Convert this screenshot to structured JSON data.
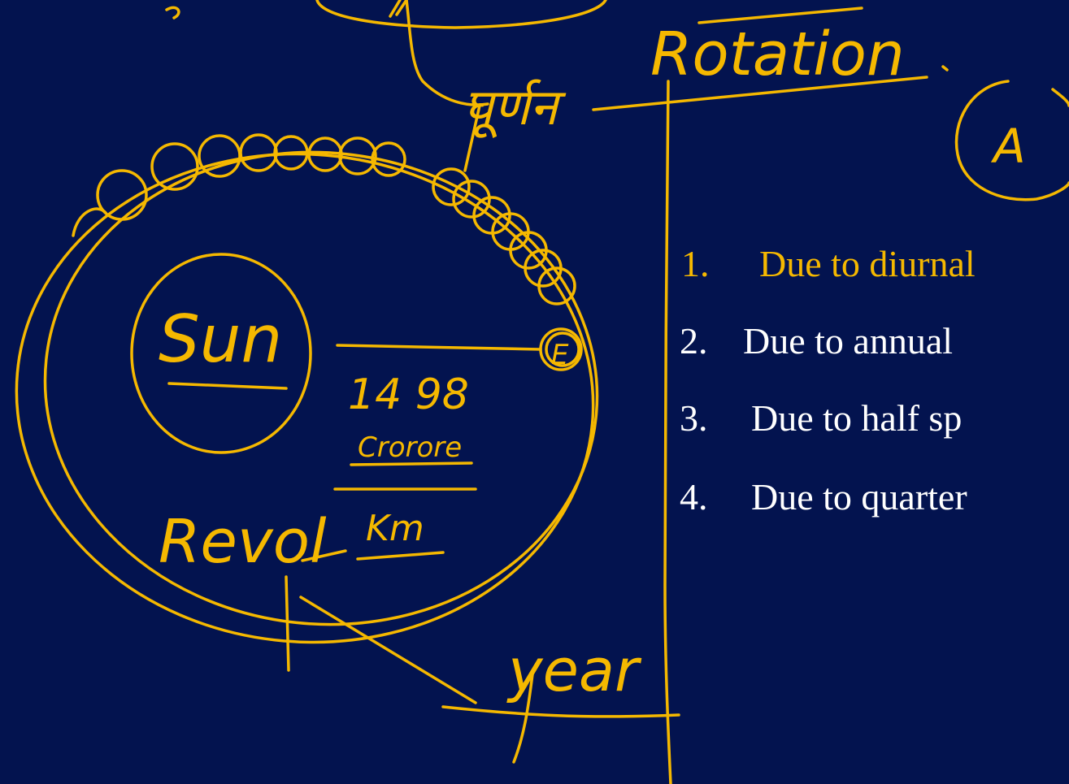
{
  "annotations": {
    "center_label": "Sun",
    "distance_value": "14 98",
    "distance_unit_1": "Crorore",
    "distance_unit_2": "Km",
    "revolution_label": "Revol",
    "year_label": "year",
    "hindi_label": "घूर्णन",
    "rotation_label": "Rotation",
    "earth_label": "E",
    "answer_label": "A"
  },
  "options": [
    {
      "num": "1.",
      "text": "Due to diurnal",
      "highlighted": true
    },
    {
      "num": "2.",
      "text": "Due to annual",
      "highlighted": false
    },
    {
      "num": "3.",
      "text": "Due to half sp",
      "highlighted": false
    },
    {
      "num": "4.",
      "text": "Due to quarter",
      "highlighted": false
    }
  ],
  "colors": {
    "background": "#03134f",
    "ink": "#f5b800",
    "option_text": "#ffffff",
    "option_highlight": "#f5b800"
  }
}
